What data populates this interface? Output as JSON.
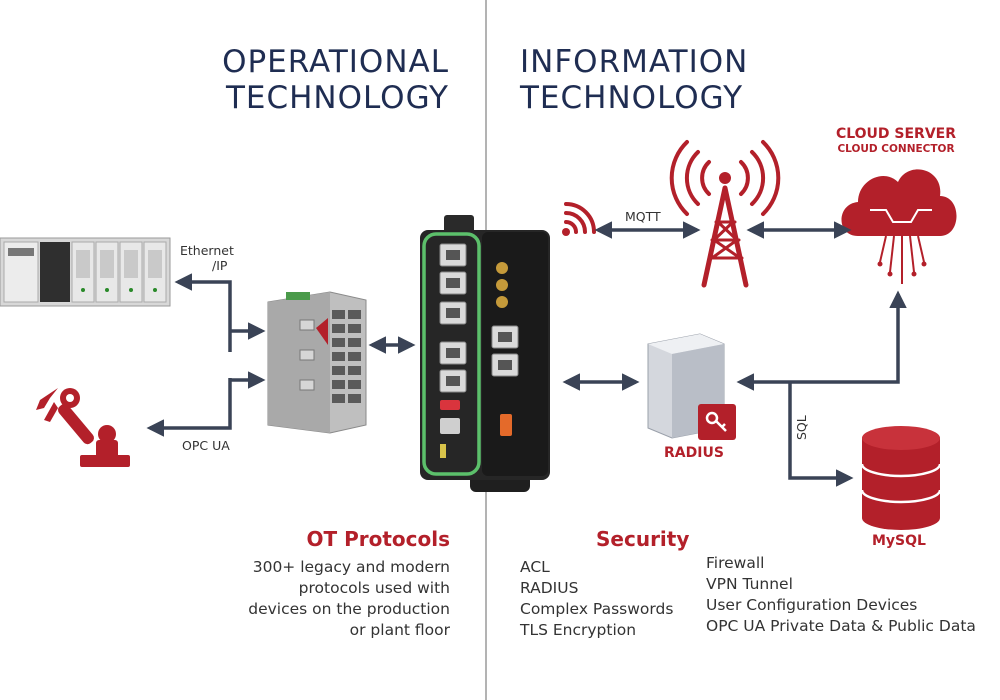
{
  "headings": {
    "ot_line1": "OPERATIONAL",
    "ot_line2": "TECHNOLOGY",
    "it_line1": "INFORMATION",
    "it_line2": "TECHNOLOGY"
  },
  "connections": {
    "ethernet_line1": "Ethernet",
    "ethernet_line2": "/IP",
    "opcua": "OPC UA",
    "mqtt": "MQTT",
    "sql": "SQL"
  },
  "nodes": {
    "cloud_server": "CLOUD SERVER",
    "cloud_connector": "CLOUD CONNECTOR",
    "radius": "RADIUS",
    "mysql": "MySQL"
  },
  "ot_protocols": {
    "title": "OT Protocols",
    "lines": [
      "300+ legacy and modern",
      "protocols used with",
      "devices on the production",
      "or plant floor"
    ]
  },
  "security": {
    "title": "Security",
    "col1": [
      "ACL",
      "RADIUS",
      "Complex Passwords",
      "TLS Encryption"
    ],
    "col2": [
      "Firewall",
      "VPN Tunnel",
      "User Configuration Devices",
      "OPC UA Private Data & Public Data"
    ]
  },
  "colors": {
    "navy": "#1f2d52",
    "red": "#b3202a",
    "arrow": "#3a4356",
    "divider": "#9a9a9a",
    "device_green": "#5cc06b"
  }
}
